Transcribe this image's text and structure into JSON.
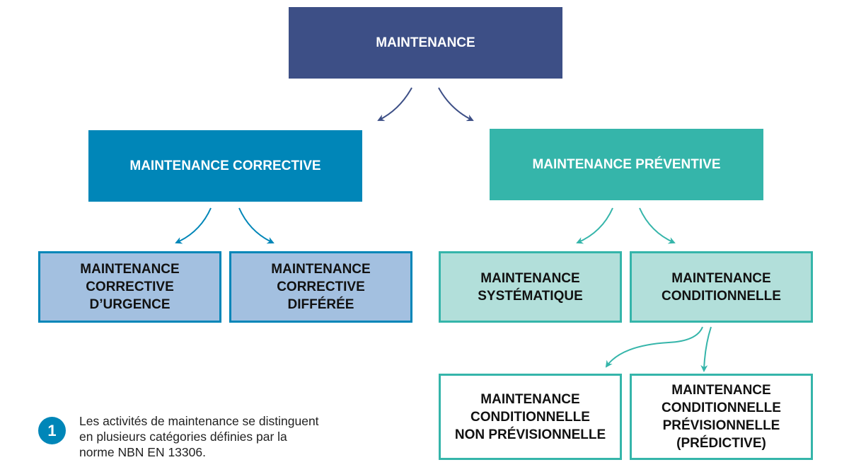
{
  "nodes": {
    "maintenance": "MAINTENANCE",
    "corrective": "MAINTENANCE CORRECTIVE",
    "preventive": "MAINTENANCE PRÉVENTIVE",
    "corrective_urgence": "MAINTENANCE\nCORRECTIVE\nD’URGENCE",
    "corrective_differee": "MAINTENANCE\nCORRECTIVE\nDIFFÉRÉE",
    "systematique": "MAINTENANCE\nSYSTÉMATIQUE",
    "conditionnelle": "MAINTENANCE\nCONDITIONNELLE",
    "cond_non_previsionnelle": "MAINTENANCE\nCONDITIONNELLE\nNON PRÉVISIONNELLE",
    "cond_previsionnelle": "MAINTENANCE\nCONDITIONNELLE\nPRÉVISIONNELLE\n(PRÉDICTIVE)"
  },
  "footnote": {
    "number": "1",
    "text": "Les activités de maintenance se distinguent\nen plusieurs catégories définies par la\nnorme NBN EN 13306."
  },
  "colors": {
    "navy": "#3d4f86",
    "blue": "#0086b8",
    "teal": "#35b5aa",
    "blue_light": "#a3c0e0",
    "teal_light": "#b2dfda"
  }
}
